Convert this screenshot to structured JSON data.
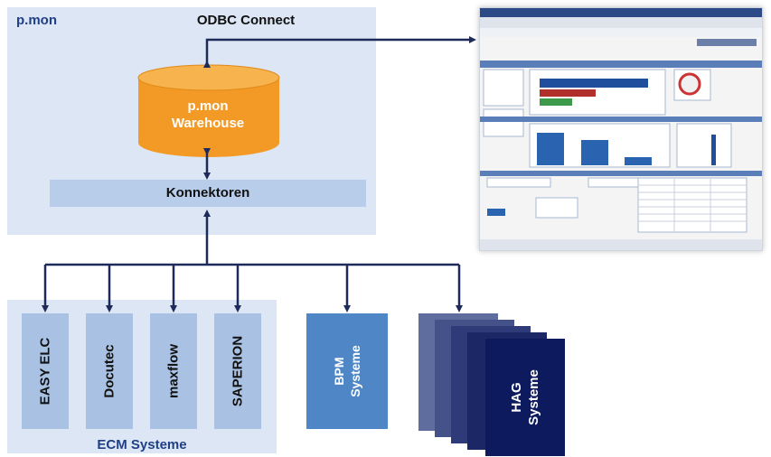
{
  "diagram": {
    "pmon_label": "p.mon",
    "odbc_label": "ODBC Connect",
    "warehouse_line1": "p.mon",
    "warehouse_line2": "Warehouse",
    "konnektoren_label": "Konnektoren",
    "ecm_group_label": "ECM Systeme",
    "ecm_systems": [
      "EASY ELC",
      "Docutec",
      "maxflow",
      "SAPERION"
    ],
    "bpm_line1": "BPM",
    "bpm_line2": "Systeme",
    "hag_line1": "HAG",
    "hag_line2": "Systeme"
  },
  "colors": {
    "pmon_bg": "#dce6f4",
    "konnektoren_bg": "#b8cdea",
    "cylinder_orange": "#f39a26",
    "ecm_column": "#a9c2e4",
    "bpm_blue": "#4f86c6",
    "hag_dark": "#0d1b5e",
    "arrow": "#1e2a5a"
  },
  "icons": {
    "warehouse": "database-cylinder-icon",
    "screenshot": "dashboard-screenshot-thumbnail"
  }
}
